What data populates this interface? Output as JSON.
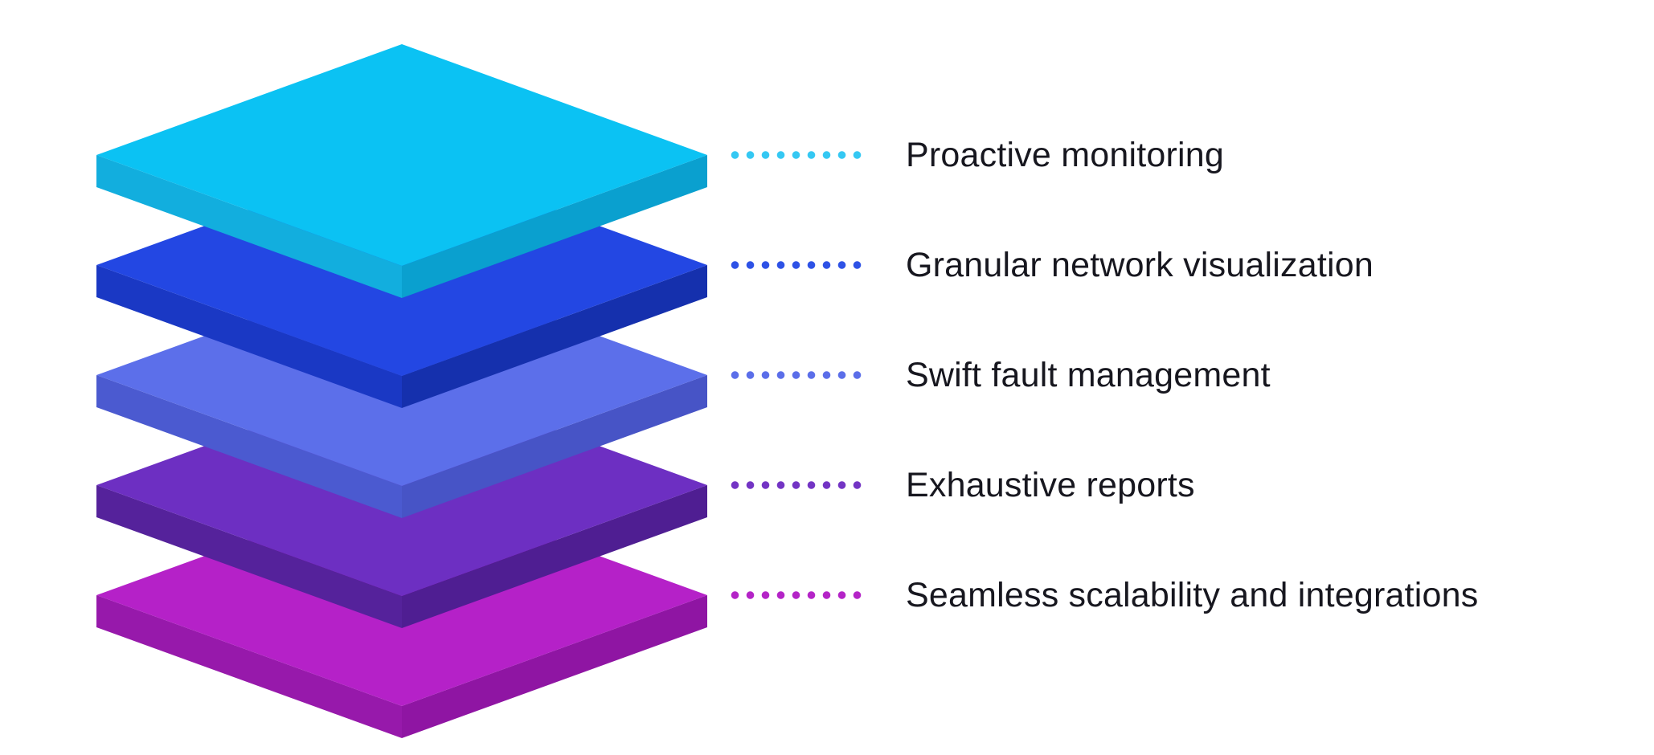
{
  "page": {
    "background": "#ffffff"
  },
  "diagram": {
    "name": "capability-layer-stack",
    "text_color": "#17171f",
    "layers": [
      {
        "label": "Proactive monitoring",
        "top_color": "#0bc2f3",
        "left_color": "#12aede",
        "right_color": "#0aa0cf",
        "dot_color": "#35c8f3"
      },
      {
        "label": "Granular network visualization",
        "top_color": "#2347e3",
        "left_color": "#1a38c4",
        "right_color": "#1530ad",
        "dot_color": "#2e52e6"
      },
      {
        "label": "Swift fault management",
        "top_color": "#5c6fea",
        "left_color": "#4b5ad0",
        "right_color": "#4754c6",
        "dot_color": "#5b6ee9"
      },
      {
        "label": "Exhaustive reports",
        "top_color": "#6d2fc2",
        "left_color": "#55229b",
        "right_color": "#4f1e92",
        "dot_color": "#7334c4"
      },
      {
        "label": "Seamless scalability and integrations",
        "top_color": "#b521c8",
        "left_color": "#9719ab",
        "right_color": "#8f15a3",
        "dot_color": "#b424c7"
      }
    ]
  }
}
